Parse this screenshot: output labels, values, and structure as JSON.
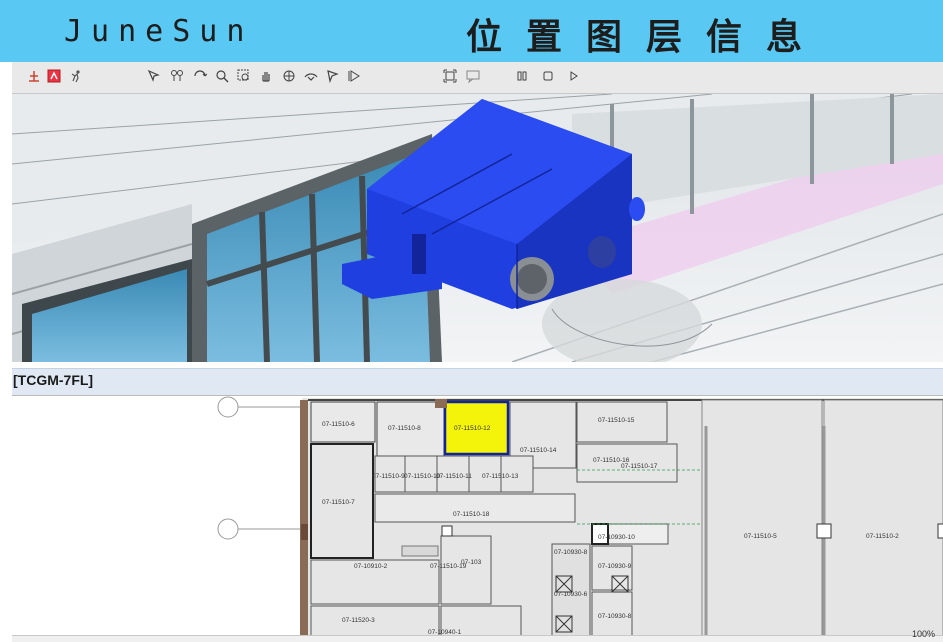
{
  "header": {
    "brand": "JuneSun",
    "title": "位置图层信息"
  },
  "toolbar": {
    "icons": [
      "section-icon",
      "select-box-icon",
      "walk-icon",
      "select-icon",
      "link-icon",
      "orbit-icon",
      "zoom-icon",
      "zoom-window-icon",
      "pan-icon",
      "look-around-icon",
      "fly-icon",
      "measure-icon",
      "play-icon",
      "focus-icon",
      "comment-icon",
      "pause-icon",
      "stop-icon",
      "forward-icon"
    ]
  },
  "layer": {
    "name": "[TCGM-7FL]"
  },
  "floorplan": {
    "rooms": [
      {
        "id": "r6",
        "label": "07-11510-6"
      },
      {
        "id": "r8",
        "label": "07-11510-8"
      },
      {
        "id": "r12",
        "label": "07-11510-12",
        "selected": true
      },
      {
        "id": "r15",
        "label": "07-11510-15"
      },
      {
        "id": "r14",
        "label": "07-11510-14"
      },
      {
        "id": "r16",
        "label": "07-11510-16"
      },
      {
        "id": "r17",
        "label": "07-11510-17"
      },
      {
        "id": "r9",
        "label": "07-11510-9"
      },
      {
        "id": "r10",
        "label": "07-11510-10"
      },
      {
        "id": "r11",
        "label": "07-11510-11"
      },
      {
        "id": "r13",
        "label": "07-11510-13"
      },
      {
        "id": "r7",
        "label": "07-11510-7"
      },
      {
        "id": "r18",
        "label": "07-11510-18"
      },
      {
        "id": "r10930-10",
        "label": "07-10930-10"
      },
      {
        "id": "r10930-8",
        "label": "07-10930-8"
      },
      {
        "id": "r10930-9",
        "label": "07-10930-9"
      },
      {
        "id": "r10930-6",
        "label": "07-10930-6"
      },
      {
        "id": "r10930-8b",
        "label": "07-10930-8"
      },
      {
        "id": "r5",
        "label": "07-11510-5"
      },
      {
        "id": "r2",
        "label": "07-11510-2"
      },
      {
        "id": "r10910-2",
        "label": "07-10910-2"
      },
      {
        "id": "r19",
        "label": "07-11510-19"
      },
      {
        "id": "r103",
        "label": "07-103"
      },
      {
        "id": "r11520-3",
        "label": "07-11520-3"
      },
      {
        "id": "r10940",
        "label": "07-10940-1"
      }
    ],
    "selected_color": "#f4f30a"
  },
  "status": {
    "zoom": "100%"
  },
  "colors": {
    "banner": "#59c8f2",
    "duct": "#1f3fe0",
    "layer_bar": "#dfe8f3"
  }
}
